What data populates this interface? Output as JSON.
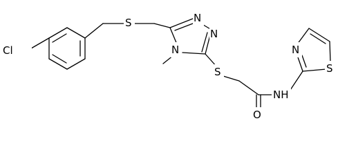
{
  "atoms": {
    "cl": "Cl",
    "s_thioether": "S",
    "n_triazole_top": "N",
    "n_triazole_right": "N",
    "n_triazole_methyl": "N",
    "s_thioacetyl": "S",
    "o_carbonyl": "O",
    "nh_amide": "NH",
    "n_thiazole": "N",
    "s_thiazole": "S"
  },
  "colors": {
    "bond": "#000000",
    "label": "#000000",
    "background": "#ffffff"
  }
}
